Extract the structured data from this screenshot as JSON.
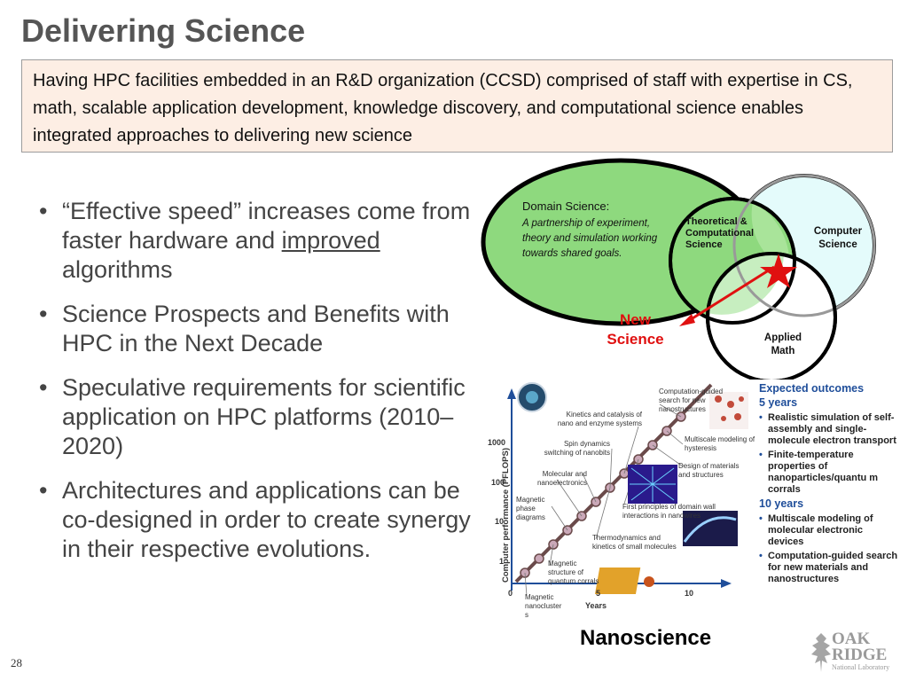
{
  "slide": {
    "title": "Delivering Science",
    "callout": "Having HPC facilities embedded in an R&D organization (CCSD) comprised of staff with expertise in CS, math, scalable application development, knowledge discovery, and computational science enables integrated approaches to delivering new science",
    "page_number": "28"
  },
  "bullets": {
    "b1_pre": "“Effective speed” increases come from faster hardware and ",
    "b1_underlined": "improved",
    "b1_post": " algorithms",
    "b2": "Science Prospects and Benefits with HPC in the Next Decade",
    "b3": "Speculative requirements for scientific application on HPC platforms (2010–2020)",
    "b4": "Architectures and applications can be co-designed in order to create synergy in their respective evolutions."
  },
  "venn": {
    "domain_title": "Domain Science:",
    "domain_desc": "A partnership of experiment, theory and simulation working towards shared goals.",
    "theoretical": "Theoretical & Computational Science",
    "computer": "Computer Science",
    "applied": "Applied Math",
    "new_science": "New Science",
    "colors": {
      "domain": "#8ed97e",
      "computer": "#e4fbfb",
      "new_science": "#e01010",
      "star": "#e01010"
    }
  },
  "nano": {
    "y_axis_label": "Computer performance (PFLOPS)",
    "x_axis_label": "Years",
    "y_ticks": [
      "1000",
      "100",
      "10",
      "1"
    ],
    "x_ticks": [
      "0",
      "5",
      "10"
    ],
    "milestones": {
      "computation_guided": "Computation-guided search for new nanostructures",
      "kinetics_catalysis": "Kinetics and catalysis of nano and enzyme systems",
      "spin_dynamics": "Spin dynamics switching of nanobits",
      "molecular": "Molecular and nanoelectronics",
      "magnetic_phase": "Magnetic phase diagrams",
      "multiscale_hysteresis": "Multiscale modeling of hysteresis",
      "design_materials": "Design of materials and structures",
      "first_principles": "First principles of domain wall interactions in nanowires",
      "thermodynamics": "Thermodynamics and kinetics of small molecules",
      "magnetic_structure": "Magnetic structure of quantum corrals",
      "magnetic_nanoclusters": "Magnetic nanocluster s"
    },
    "outcomes": {
      "heading": "Expected outcomes",
      "five_years": "5 years",
      "five_items": [
        "Realistic simulation of self-assembly and single-molecule electron transport",
        "Finite-temperature properties of nanoparticles/quantu m corrals"
      ],
      "ten_years": "10 years",
      "ten_items": [
        "Multiscale modeling of molecular electronic devices",
        "Computation-guided search for new materials and nanostructures"
      ]
    },
    "caption": "Nanoscience"
  },
  "logo": {
    "line1": "OAK",
    "line2": "RIDGE",
    "line3": "National Laboratory"
  }
}
